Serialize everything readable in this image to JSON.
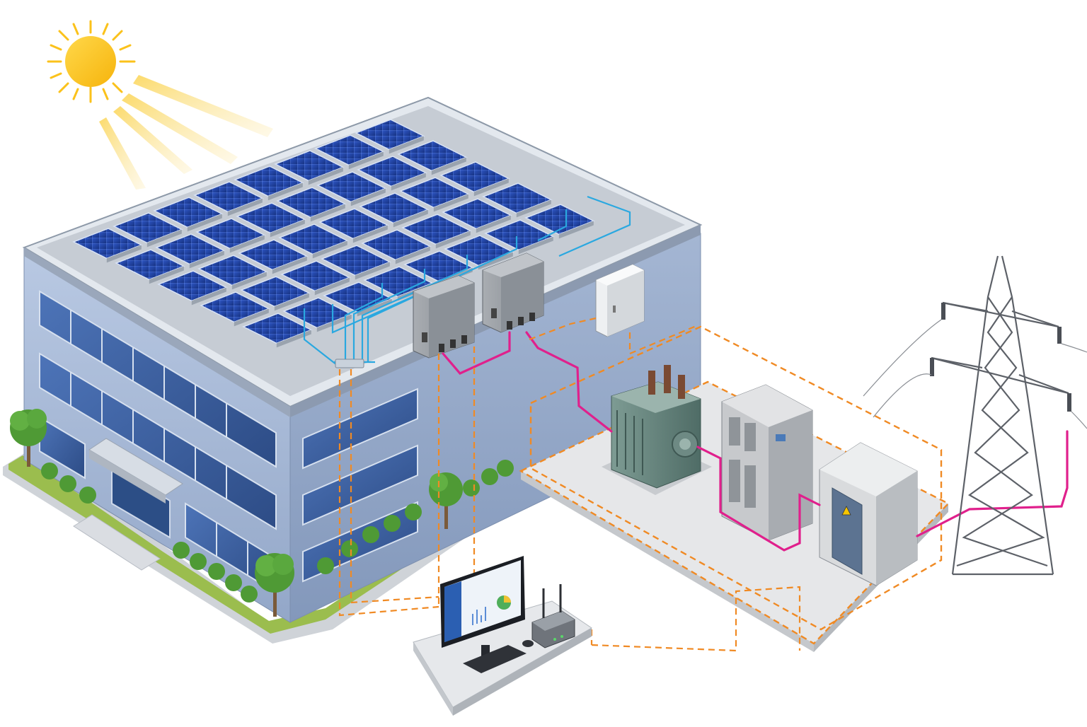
{
  "scene": {
    "components": [
      {
        "name": "sun",
        "icon": "sun-icon"
      },
      {
        "name": "office-building",
        "icon": "building-icon"
      },
      {
        "name": "rooftop-solar-array",
        "icon": "solar-panel-icon",
        "panel_count": 40
      },
      {
        "name": "inverters",
        "icon": "inverter-icon",
        "count": 2
      },
      {
        "name": "combiner-box",
        "icon": "junction-box-icon"
      },
      {
        "name": "substation-yard",
        "icon": "substation-icon"
      },
      {
        "name": "step-up-transformer",
        "icon": "transformer-icon"
      },
      {
        "name": "switchgear-cabinet",
        "icon": "switchgear-icon"
      },
      {
        "name": "grid-connection-cabinet",
        "icon": "high-voltage-warning-icon"
      },
      {
        "name": "transmission-tower",
        "icon": "pylon-icon"
      },
      {
        "name": "monitoring-workstation",
        "icon": "monitor-icon"
      },
      {
        "name": "network-gateway",
        "icon": "router-icon"
      }
    ],
    "legend_lines": [
      {
        "kind": "dc-string-cabling",
        "color": "#2aa8e0",
        "style": "solid"
      },
      {
        "kind": "ac-power-line",
        "color": "#e0208c",
        "style": "solid"
      },
      {
        "kind": "data-communication",
        "color": "#f08a24",
        "style": "dashed"
      }
    ],
    "colors": {
      "sun": "#fbc21b",
      "building": "#a9bbd8",
      "panel": "#1f3f9c",
      "dc": "#2aa8e0",
      "ac": "#e0208c",
      "data": "#f08a24",
      "warning": "#f7c600"
    }
  }
}
